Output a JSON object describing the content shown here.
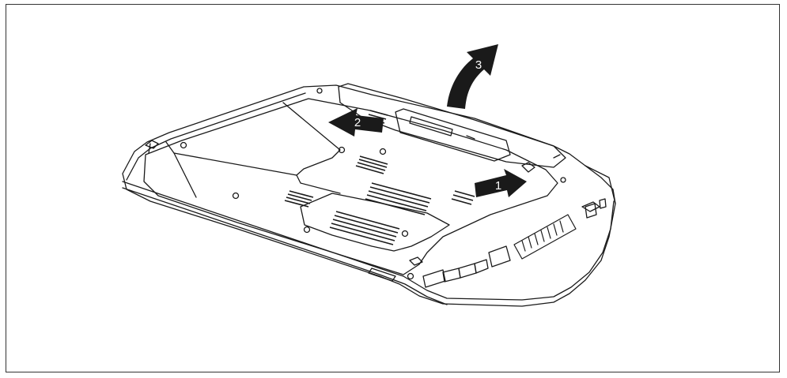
{
  "diagram": {
    "steps": [
      {
        "number": "1"
      },
      {
        "number": "2"
      },
      {
        "number": "3"
      }
    ],
    "colors": {
      "line": "#1a1a1a",
      "arrow": "#1a1a1a",
      "background": "#ffffff"
    }
  }
}
